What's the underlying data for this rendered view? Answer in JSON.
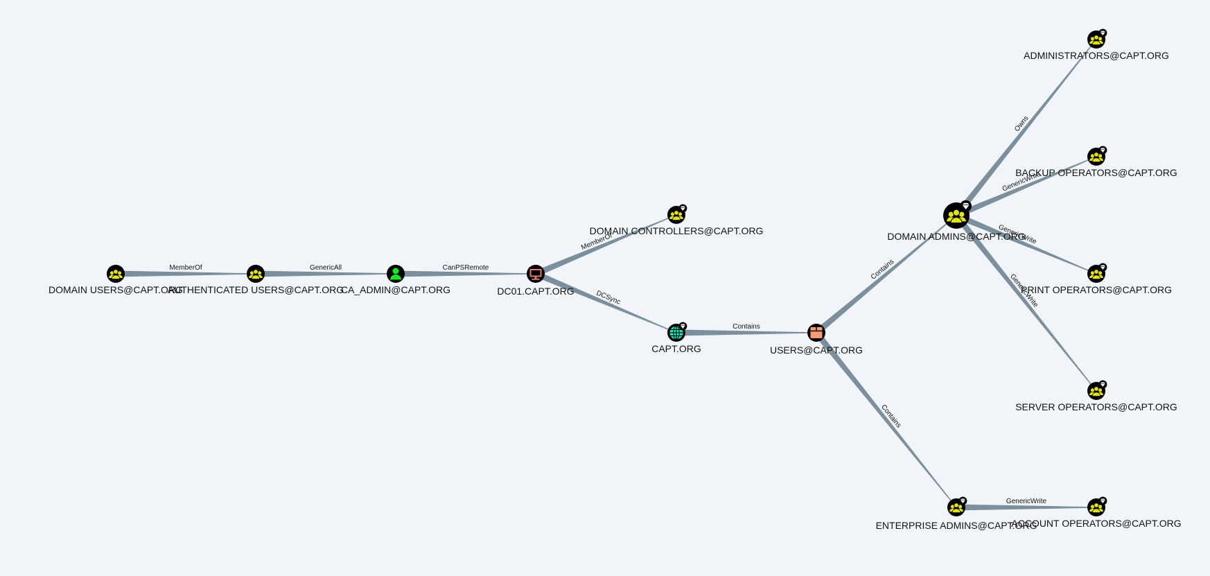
{
  "nodes": [
    {
      "id": "domain_users",
      "label": "DOMAIN USERS@CAPT.ORG",
      "type": "group",
      "marked": false
    },
    {
      "id": "auth_users",
      "label": "AUTHENTICATED USERS@CAPT.ORG",
      "type": "group",
      "marked": false
    },
    {
      "id": "ca_admin",
      "label": "CA_ADMIN@CAPT.ORG",
      "type": "user",
      "marked": false
    },
    {
      "id": "dc01",
      "label": "DC01.CAPT.ORG",
      "type": "computer",
      "marked": false
    },
    {
      "id": "domain_controllers",
      "label": "DOMAIN CONTROLLERS@CAPT.ORG",
      "type": "group",
      "marked": true
    },
    {
      "id": "capt",
      "label": "CAPT.ORG",
      "type": "domain",
      "marked": true
    },
    {
      "id": "users",
      "label": "USERS@CAPT.ORG",
      "type": "container",
      "marked": false
    },
    {
      "id": "domain_admins",
      "label": "DOMAIN ADMINS@CAPT.ORG",
      "type": "group",
      "marked": true,
      "large": true
    },
    {
      "id": "enterprise_admins",
      "label": "ENTERPRISE ADMINS@CAPT.ORG",
      "type": "group",
      "marked": true
    },
    {
      "id": "administrators",
      "label": "ADMINISTRATORS@CAPT.ORG",
      "type": "group",
      "marked": true
    },
    {
      "id": "backup_operators",
      "label": "BACKUP OPERATORS@CAPT.ORG",
      "type": "group",
      "marked": true
    },
    {
      "id": "print_operators",
      "label": "PRINT OPERATORS@CAPT.ORG",
      "type": "group",
      "marked": true
    },
    {
      "id": "server_operators",
      "label": "SERVER OPERATORS@CAPT.ORG",
      "type": "group",
      "marked": true
    },
    {
      "id": "account_operators",
      "label": "ACCOUNT OPERATORS@CAPT.ORG",
      "type": "group",
      "marked": true
    }
  ],
  "edges": [
    {
      "from": "domain_users",
      "to": "auth_users",
      "label": "MemberOf"
    },
    {
      "from": "auth_users",
      "to": "ca_admin",
      "label": "GenericAll"
    },
    {
      "from": "ca_admin",
      "to": "dc01",
      "label": "CanPSRemote"
    },
    {
      "from": "dc01",
      "to": "domain_controllers",
      "label": "MemberOf"
    },
    {
      "from": "dc01",
      "to": "capt",
      "label": "DCSync"
    },
    {
      "from": "capt",
      "to": "users",
      "label": "Contains"
    },
    {
      "from": "users",
      "to": "domain_admins",
      "label": "Contains"
    },
    {
      "from": "users",
      "to": "enterprise_admins",
      "label": "Contains"
    },
    {
      "from": "domain_admins",
      "to": "administrators",
      "label": "Owns"
    },
    {
      "from": "domain_admins",
      "to": "backup_operators",
      "label": "GenericWrite"
    },
    {
      "from": "domain_admins",
      "to": "print_operators",
      "label": "GenericWrite"
    },
    {
      "from": "domain_admins",
      "to": "server_operators",
      "label": "GenericWrite"
    },
    {
      "from": "enterprise_admins",
      "to": "account_operators",
      "label": "GenericWrite"
    }
  ],
  "colors": {
    "background": "#f1f5f9",
    "edge": "#7b8f9c",
    "group_icon": "#e3e31c",
    "user_icon": "#17e625",
    "computer_icon": "#e67873",
    "domain_icon": "#17e6b9",
    "container_icon": "#f79a78"
  }
}
